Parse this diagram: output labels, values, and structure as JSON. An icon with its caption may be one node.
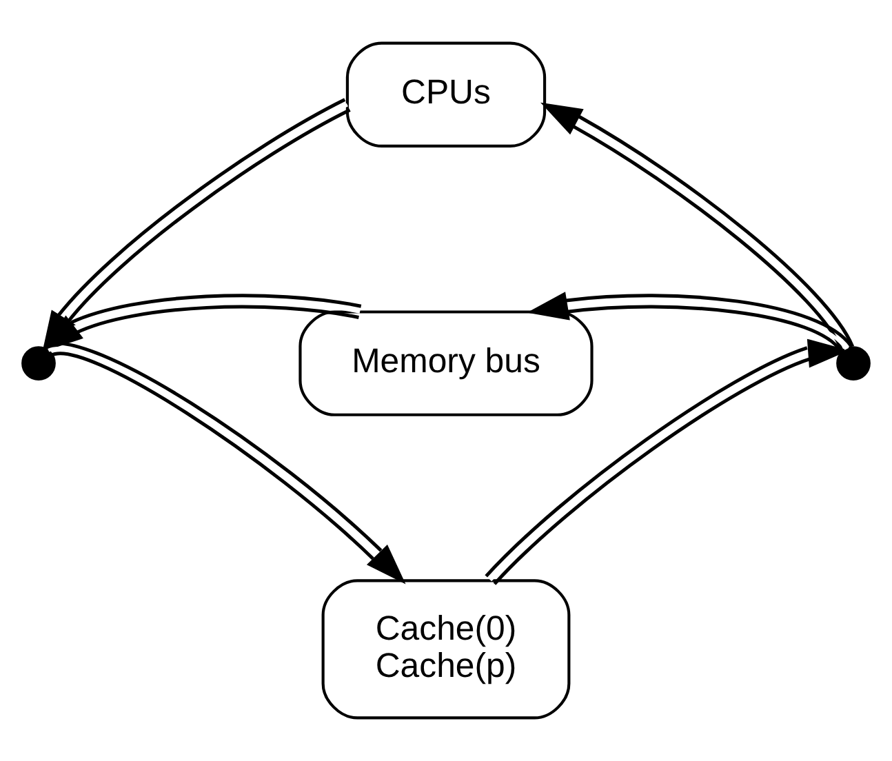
{
  "diagram": {
    "nodes": [
      {
        "text": [
          "CPUs"
        ]
      },
      {
        "text": [
          "Cache(0)",
          "Cache(p)"
        ]
      },
      {
        "text": [
          "Memory bus"
        ]
      },
      {
        "text": [],
        "shape": "circle"
      },
      {
        "text": [],
        "shape": "circle"
      }
    ],
    "edges": [
      {
        "from": 4,
        "to": 0,
        "arrow": "to"
      },
      {
        "from": 0,
        "to": 3,
        "arrow": "to"
      },
      {
        "from": 3,
        "to": 1,
        "arrow": "to"
      },
      {
        "from": 1,
        "to": 4,
        "arrow": "to"
      },
      {
        "from": 4,
        "to": 2,
        "arrow": "to"
      },
      {
        "from": 2,
        "to": 3,
        "arrow": "to"
      }
    ]
  }
}
